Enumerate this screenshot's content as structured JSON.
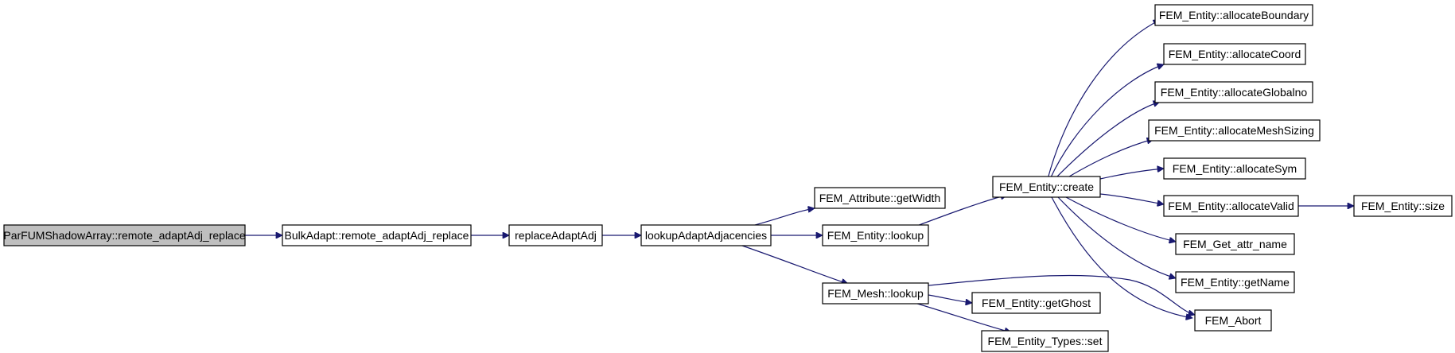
{
  "colors": {
    "edge": "#191970",
    "root_fill": "#bfbfbf",
    "node_fill": "#ffffff",
    "node_border": "#000000"
  },
  "nodes": {
    "root": "ParFUMShadowArray::remote_adaptAdj_replace",
    "bulk": "BulkAdapt::remote_adaptAdj_replace",
    "replace": "replaceAdaptAdj",
    "lookupadj": "lookupAdaptAdjacencies",
    "getwidth": "FEM_Attribute::getWidth",
    "entlookup": "FEM_Entity::lookup",
    "meshlookup": "FEM_Mesh::lookup",
    "create": "FEM_Entity::create",
    "allocboundary": "FEM_Entity::allocateBoundary",
    "alloccoord": "FEM_Entity::allocateCoord",
    "allocglobalno": "FEM_Entity::allocateGlobalno",
    "allocmeshsizing": "FEM_Entity::allocateMeshSizing",
    "allocsym": "FEM_Entity::allocateSym",
    "allocvalid": "FEM_Entity::allocateValid",
    "size": "FEM_Entity::size",
    "getattrname": "FEM_Get_attr_name",
    "getname": "FEM_Entity::getName",
    "abort": "FEM_Abort",
    "getghost": "FEM_Entity::getGhost",
    "typesset": "FEM_Entity_Types::set"
  },
  "edges": [
    [
      "root",
      "bulk"
    ],
    [
      "bulk",
      "replace"
    ],
    [
      "replace",
      "lookupadj"
    ],
    [
      "lookupadj",
      "getwidth"
    ],
    [
      "lookupadj",
      "entlookup"
    ],
    [
      "lookupadj",
      "meshlookup"
    ],
    [
      "entlookup",
      "create"
    ],
    [
      "create",
      "allocboundary"
    ],
    [
      "create",
      "alloccoord"
    ],
    [
      "create",
      "allocglobalno"
    ],
    [
      "create",
      "allocmeshsizing"
    ],
    [
      "create",
      "allocsym"
    ],
    [
      "create",
      "allocvalid"
    ],
    [
      "create",
      "getattrname"
    ],
    [
      "create",
      "getname"
    ],
    [
      "create",
      "abort"
    ],
    [
      "allocvalid",
      "size"
    ],
    [
      "meshlookup",
      "abort"
    ],
    [
      "meshlookup",
      "getghost"
    ],
    [
      "meshlookup",
      "typesset"
    ]
  ]
}
